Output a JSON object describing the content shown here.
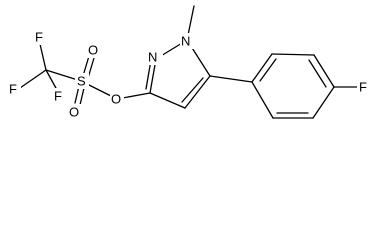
{
  "diagram": {
    "type": "chemical-structure",
    "atoms": {
      "F_top": "F",
      "F_left": "F",
      "F_mid": "F",
      "S": "S",
      "O_top": "O",
      "O_bottom": "O",
      "O_ester": "O",
      "N2": "N",
      "N1": "N",
      "F_para": "F"
    },
    "colors": {
      "ink": "#000000",
      "background": "#ffffff"
    }
  }
}
